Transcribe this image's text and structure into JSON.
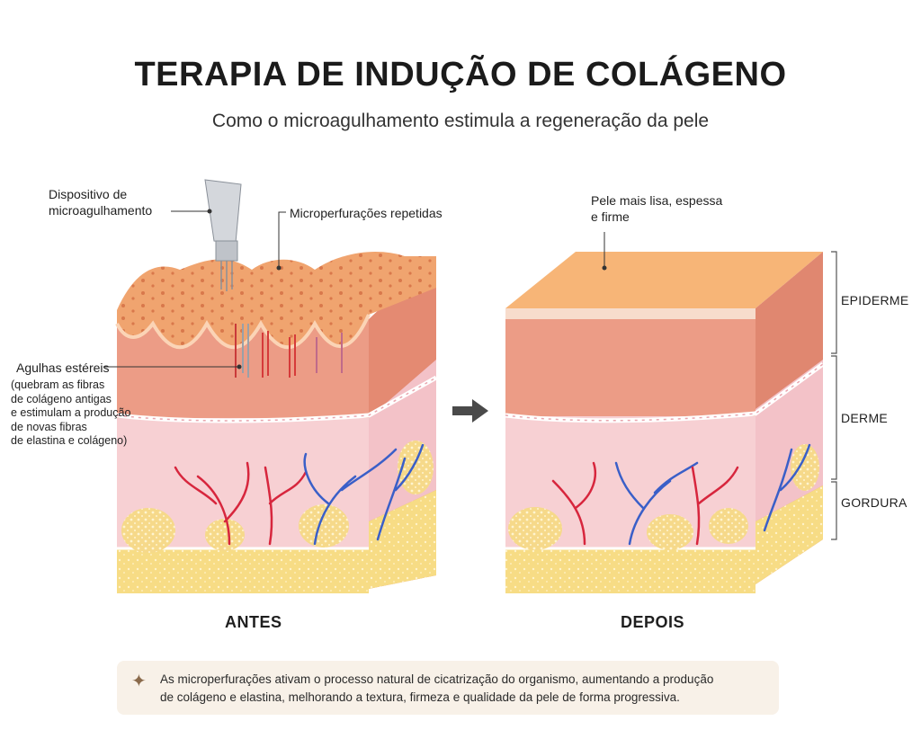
{
  "title": "TERAPIA DE INDUÇÃO DE COLÁGENO",
  "subtitle": "Como o microagulhamento estimula a regeneração da pele",
  "labels": {
    "device": [
      "Dispositivo de",
      "microagulhamento"
    ],
    "microperforations": "Microperfurações repetidas",
    "needles": [
      "Agulhas estéreis"
    ],
    "needles_detail": [
      "(quebram as fibras",
      "de colágeno antigas",
      "e estimulam a produção",
      "de novas fibras",
      "de elastina e colágeno)"
    ],
    "result": [
      "Pele mais lisa, espessa",
      "e firme"
    ]
  },
  "layers": {
    "epidermis": "EPIDERME",
    "dermis": "DERME",
    "fat": "GORDURA"
  },
  "captions": {
    "before": "ANTES",
    "after": "DEPOIS"
  },
  "note": {
    "icon": "sparkle-icon",
    "lines": [
      "As microperfurações ativam o processo natural de cicatrização do organismo, aumentando a produção",
      "de colágeno e elastina, melhorando a textura, firmeza e qualidade da pele de forma progressiva."
    ]
  },
  "colors": {
    "epidermis_top": "#f3b07b",
    "epidermis": "#e9967a",
    "dermis": "#f7d0d3",
    "fat": "#f7dc85",
    "artery": "#d7263d",
    "vein": "#3a5fc8"
  }
}
